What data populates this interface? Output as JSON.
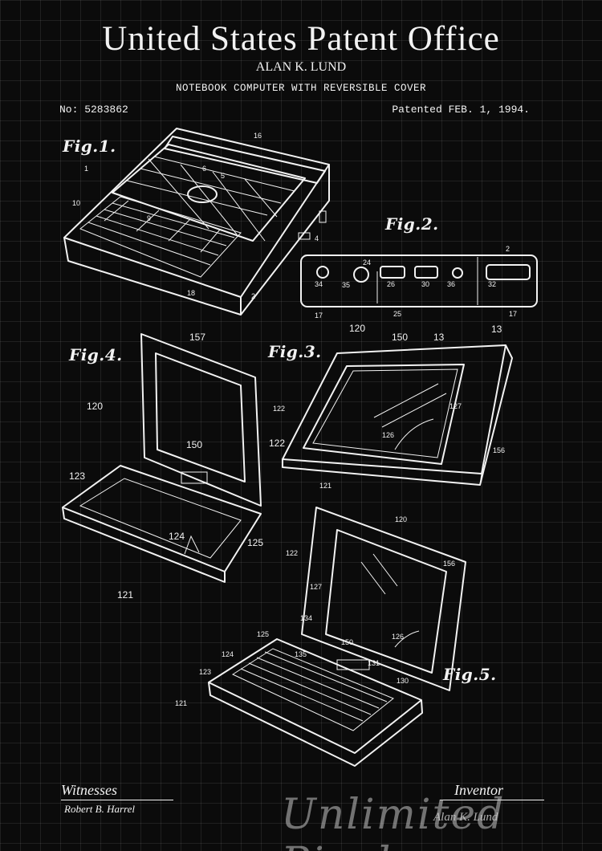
{
  "header": {
    "title": "United States Patent Office",
    "inventor_name": "ALAN K. LUND",
    "patent_title": "NOTEBOOK COMPUTER WITH REVERSIBLE COVER",
    "patent_number": "No: 5283862",
    "patent_date": "Patented FEB. 1, 1994."
  },
  "figures": {
    "fig1": {
      "label": "Fig.1.",
      "refs": [
        "16",
        "6",
        "5",
        "10",
        "9",
        "1",
        "4",
        "18",
        "2"
      ]
    },
    "fig2": {
      "label": "Fig.2.",
      "refs": [
        "2",
        "24",
        "34",
        "35",
        "26",
        "30",
        "36",
        "32",
        "17",
        "25",
        "17"
      ]
    },
    "fig3": {
      "label": "Fig.3.",
      "refs": [
        "120",
        "150",
        "13",
        "13",
        "127",
        "122",
        "126",
        "156",
        "121"
      ]
    },
    "fig4": {
      "label": "Fig.4.",
      "refs": [
        "157",
        "120",
        "150",
        "122",
        "123",
        "124",
        "125",
        "121"
      ]
    },
    "fig5": {
      "label": "Fig.5.",
      "refs": [
        "120",
        "122",
        "156",
        "127",
        "134",
        "125",
        "135",
        "150",
        "131",
        "126",
        "124",
        "123",
        "130",
        "121"
      ]
    }
  },
  "footer": {
    "witnesses_label": "Witnesses",
    "witness_signature": "Robert B. Harrel",
    "inventor_label": "Inventor",
    "inventor_signature": "Alan K. Lund",
    "watermark": "Unlimited Pixel"
  }
}
